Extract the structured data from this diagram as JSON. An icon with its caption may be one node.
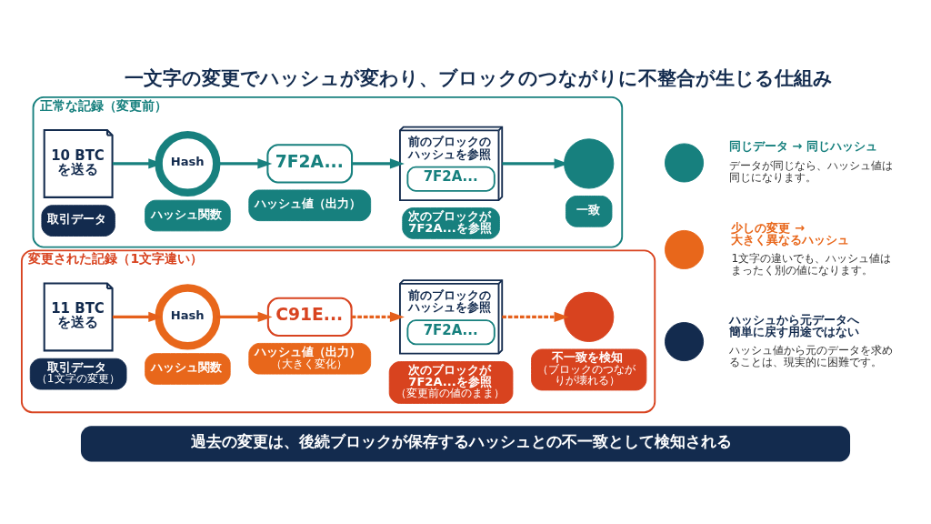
{
  "diagram": {
    "title": "一文字の変更でハッシュが変わり、ブロックのつながりに不整合が生じる仕組み",
    "caption": "過去の変更は、後続ブロックが保存するハッシュとの不一致として検知される",
    "nodes": [
      {
        "text": [
          "正常な記録（変更前）"
        ]
      },
      {
        "text": [
          "10 BTC を送る"
        ],
        "in": 0,
        "beside": [
          "取引データ"
        ]
      },
      {
        "text": [
          "Hash"
        ],
        "in": 0,
        "beside": [
          "ハッシュ関数"
        ]
      },
      {
        "text": [
          "7F2A..."
        ],
        "in": 0,
        "beside": [
          "ハッシュ値（出力）"
        ]
      },
      {
        "text": [
          "前のブロックのハッシュを参照",
          "7F2A..."
        ],
        "in": 0,
        "beside": [
          "次のブロックが7F2A...を参照"
        ]
      },
      {
        "text": [],
        "shape": "circle",
        "in": 0,
        "beside": [
          "一致"
        ]
      },
      {
        "text": [
          "変更された記録（1文字違い）"
        ]
      },
      {
        "text": [
          "11 BTC を送る"
        ],
        "in": 6,
        "beside": [
          "取引データ",
          "（1文字の変更）"
        ]
      },
      {
        "text": [
          "Hash"
        ],
        "in": 6,
        "beside": [
          "ハッシュ関数"
        ]
      },
      {
        "text": [
          "C91E..."
        ],
        "in": 6,
        "beside": [
          "ハッシュ値（出力）",
          "（大きく変化）"
        ]
      },
      {
        "text": [
          "前のブロックのハッシュを参照",
          "7F2A..."
        ],
        "in": 6,
        "beside": [
          "次のブロックが7F2A...を参照",
          "（変更前の値のまま）"
        ]
      },
      {
        "text": [],
        "shape": "circle",
        "in": 6,
        "beside": [
          "不一致を検知",
          "（ブロックのつながりが壊れる）"
        ]
      },
      {
        "text": [],
        "shape": "circle",
        "beside": [
          "同じデータ → 同じハッシュ",
          "データが同じなら、ハッシュ値は同じになります。"
        ]
      },
      {
        "text": [],
        "shape": "circle",
        "beside": [
          "少しの変更 → 大きく異なるハッシュ",
          "1文字の違いでも、ハッシュ値はまったく別の値になります。"
        ]
      },
      {
        "text": [],
        "shape": "circle",
        "beside": [
          "ハッシュから元データへ簡単に戻す用途ではない",
          "ハッシュ値から元のデータを求めることは、現実的に困難です。"
        ]
      }
    ],
    "edges": [
      {
        "from": 1,
        "to": 2,
        "arrow": "to",
        "color": "#17807e"
      },
      {
        "from": 2,
        "to": 3,
        "arrow": "to",
        "color": "#17807e"
      },
      {
        "from": 3,
        "to": 4,
        "arrow": "to",
        "color": "#17807e"
      },
      {
        "from": 4,
        "to": 5,
        "arrow": "to",
        "color": "#17807e"
      },
      {
        "from": 7,
        "to": 8,
        "arrow": "to",
        "color": "#e5601c"
      },
      {
        "from": 8,
        "to": 9,
        "arrow": "to",
        "color": "#e5601c"
      },
      {
        "from": 9,
        "to": 10,
        "arrow": "to",
        "style": "dashed",
        "color": "#e5601c"
      },
      {
        "from": 10,
        "to": 11,
        "arrow": "to",
        "style": "dashed",
        "color": "#e5601c"
      }
    ]
  }
}
